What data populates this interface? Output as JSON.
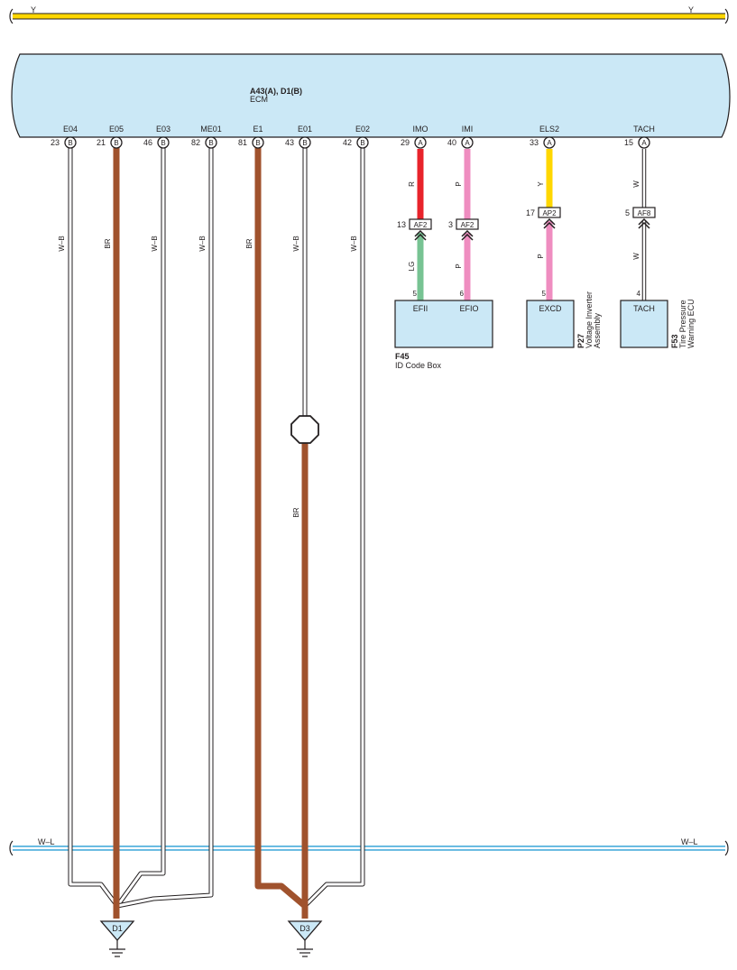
{
  "power_bus": {
    "wire_color": "Y",
    "color": "#ffd700"
  },
  "ground_bus": {
    "wire_color": "W–L"
  },
  "ecm": {
    "code": "A43(A), D1(B)",
    "name": "ECM",
    "box_fill": "#cbe8f6",
    "pins": [
      {
        "label": "E04",
        "num": "23",
        "conn": "B",
        "wire": "W–B"
      },
      {
        "label": "E05",
        "num": "21",
        "conn": "B",
        "wire": "BR"
      },
      {
        "label": "E03",
        "num": "46",
        "conn": "B",
        "wire": "W–B"
      },
      {
        "label": "ME01",
        "num": "82",
        "conn": "B",
        "wire": "W–B"
      },
      {
        "label": "E1",
        "num": "81",
        "conn": "B",
        "wire": "BR"
      },
      {
        "label": "E01",
        "num": "43",
        "conn": "B",
        "wire": "W–B",
        "wire_after_splice": "BR"
      },
      {
        "label": "E02",
        "num": "42",
        "conn": "B",
        "wire": "W–B"
      },
      {
        "label": "IMO",
        "num": "29",
        "conn": "A",
        "wire": "R",
        "joint_num": "13",
        "joint": "AF2",
        "wire2": "LG",
        "end_pin": "5",
        "end_label": "EFII"
      },
      {
        "label": "IMI",
        "num": "40",
        "conn": "A",
        "wire": "P",
        "joint_num": "3",
        "joint": "AF2",
        "wire2": "P",
        "end_pin": "6",
        "end_label": "EFIO"
      },
      {
        "label": "ELS2",
        "num": "33",
        "conn": "A",
        "wire": "Y",
        "joint_num": "17",
        "joint": "AP2",
        "wire2": "P",
        "end_pin": "5",
        "end_label": "EXCD"
      },
      {
        "label": "TACH",
        "num": "15",
        "conn": "A",
        "wire": "W",
        "joint_num": "5",
        "joint": "AF8",
        "wire2": "W",
        "end_pin": "4",
        "end_label": "TACH"
      }
    ]
  },
  "components": {
    "f45": {
      "code": "F45",
      "name": "ID Code Box"
    },
    "p27": {
      "code": "P27",
      "name_line1": "Voltage Inverter",
      "name_line2": "Assembly"
    },
    "f53": {
      "code": "F53",
      "name_line1": "Tire Pressure",
      "name_line2": "Warning ECU"
    }
  },
  "grounds": {
    "d1": "D1",
    "d3": "D3"
  },
  "colors": {
    "brown": "#a0522d",
    "red": "#e8232b",
    "pink": "#ef8dc0",
    "green": "#77c393",
    "yellow": "#ffd700",
    "blue": "#3aa6d8",
    "line": "#231f20"
  }
}
